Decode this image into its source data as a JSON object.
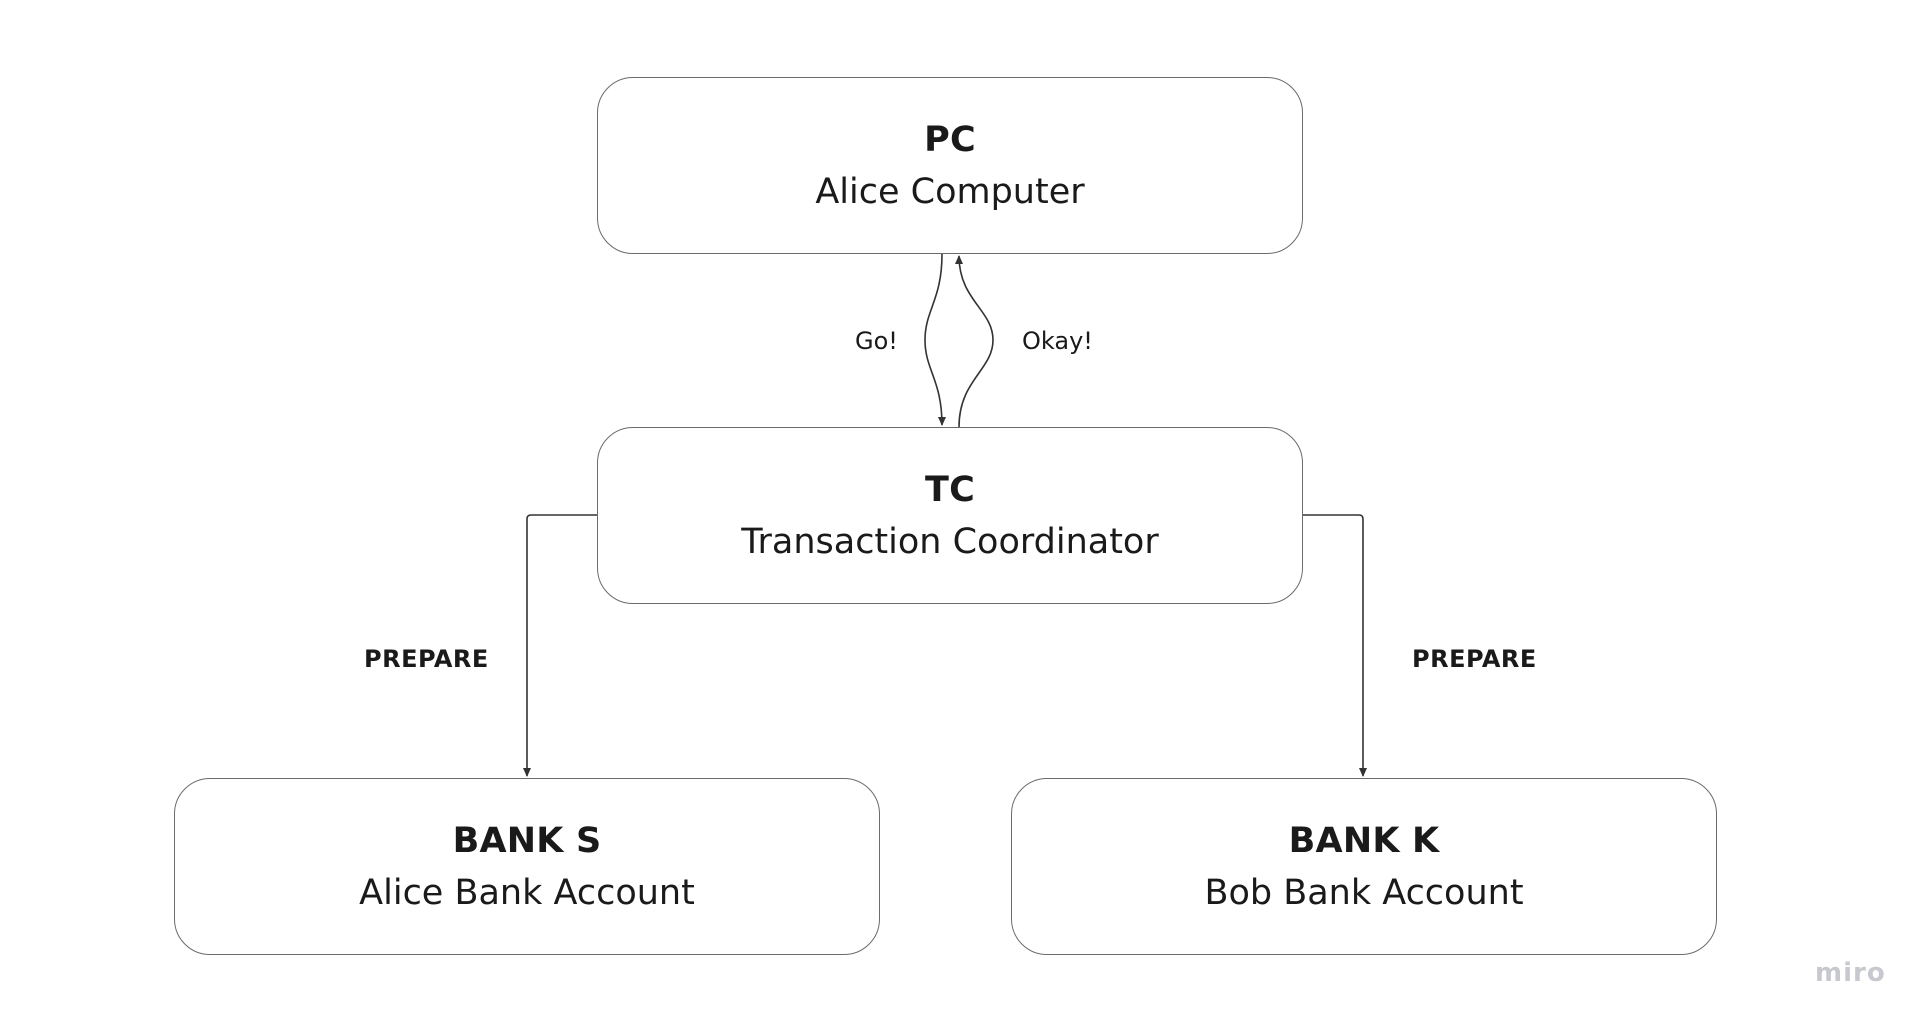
{
  "diagram": {
    "nodes": [
      {
        "id": "pc",
        "title": "PC",
        "subtitle": "Alice Computer"
      },
      {
        "id": "tc",
        "title": "TC",
        "subtitle": "Transaction Coordinator"
      },
      {
        "id": "bank_s",
        "title": "BANK S",
        "subtitle": "Alice Bank Account"
      },
      {
        "id": "bank_k",
        "title": "BANK K",
        "subtitle": "Bob Bank Account"
      }
    ],
    "edges": [
      {
        "from": "pc",
        "to": "tc",
        "label": "Go!"
      },
      {
        "from": "tc",
        "to": "pc",
        "label": "Okay!"
      },
      {
        "from": "tc",
        "to": "bank_s",
        "label": "PREPARE"
      },
      {
        "from": "tc",
        "to": "bank_k",
        "label": "PREPARE"
      }
    ],
    "colors": {
      "stroke": "#6b6b6b",
      "arrow": "#333333",
      "text": "#1a1a1a",
      "watermark": "#c8c8cf"
    }
  },
  "watermark": "miro"
}
